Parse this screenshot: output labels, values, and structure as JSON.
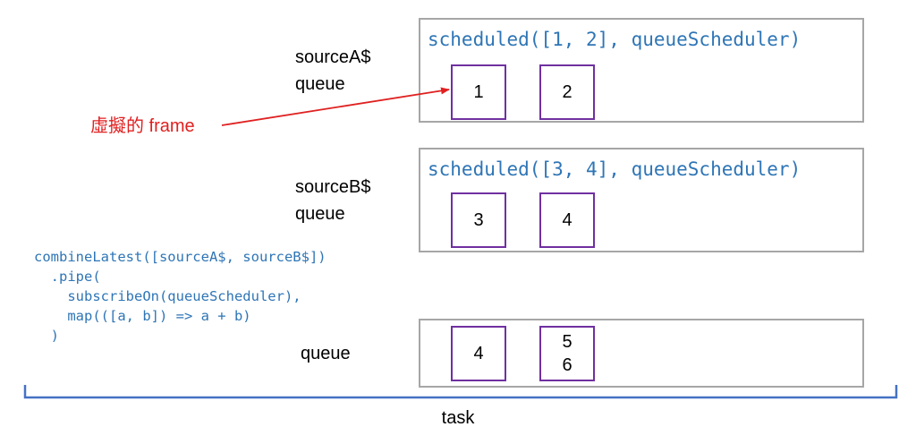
{
  "queues": [
    {
      "title": "scheduled([1, 2], queueScheduler)",
      "label_lines": [
        "sourceA$",
        "queue"
      ],
      "items": [
        [
          "1"
        ],
        [
          "2"
        ]
      ]
    },
    {
      "title": "scheduled([3, 4], queueScheduler)",
      "label_lines": [
        "sourceB$",
        "queue"
      ],
      "items": [
        [
          "3"
        ],
        [
          "4"
        ]
      ]
    },
    {
      "title": "",
      "label_lines": [
        "queue"
      ],
      "items": [
        [
          "4"
        ],
        [
          "5",
          "6"
        ]
      ]
    }
  ],
  "code_lines": [
    "combineLatest([sourceA$, sourceB$])",
    "  .pipe(",
    "    subscribeOn(queueScheduler),",
    "    map(([a, b]) => a + b)",
    "  )"
  ],
  "annotation": "虛擬的 frame",
  "task_label": "task",
  "colors": {
    "code_blue": "#2e75b6",
    "item_border": "#7030a0",
    "box_border": "#a6a6a6",
    "arrow_red": "#e02020",
    "brace_blue": "#4472c4"
  }
}
